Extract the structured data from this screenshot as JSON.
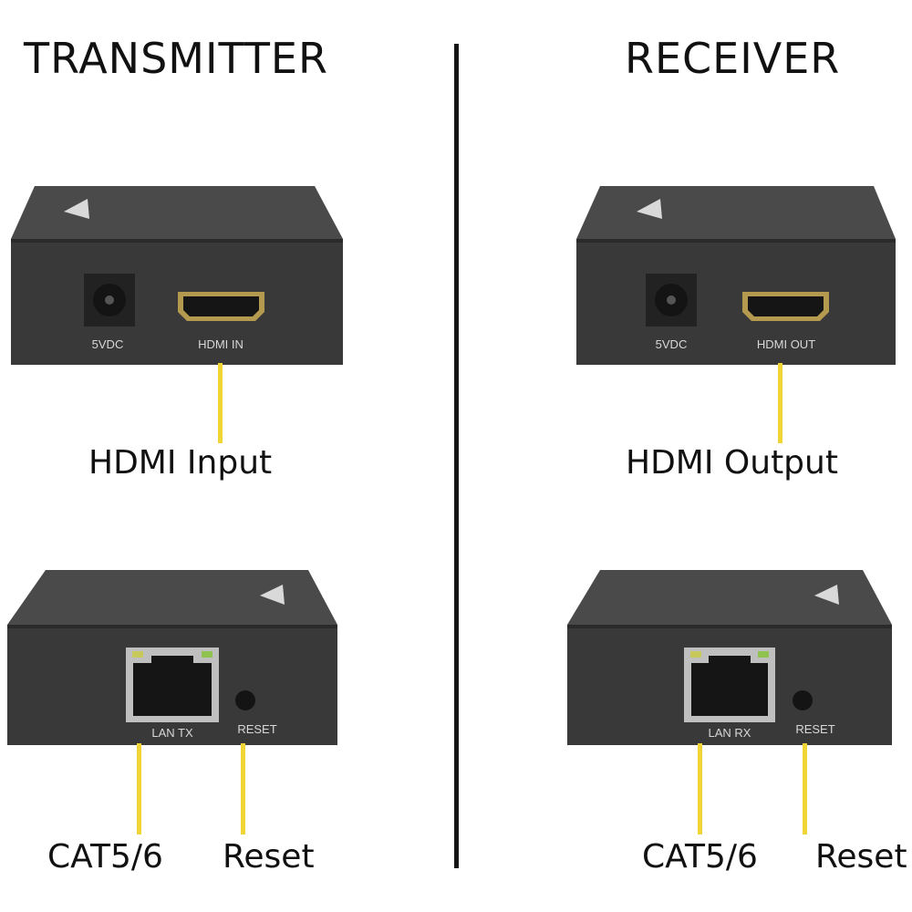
{
  "transmitter": {
    "heading": "TRANSMITTER",
    "front": {
      "power_label": "5VDC",
      "hdmi_label": "HDMI IN",
      "callout": "HDMI Input"
    },
    "back": {
      "lan_label": "LAN TX",
      "reset_label": "RESET",
      "callout_lan": "CAT5/6",
      "callout_reset": "Reset"
    }
  },
  "receiver": {
    "heading": "RECEIVER",
    "front": {
      "power_label": "5VDC",
      "hdmi_label": "HDMI OUT",
      "callout": "HDMI Output"
    },
    "back": {
      "lan_label": "LAN RX",
      "reset_label": "RESET",
      "callout_lan": "CAT5/6",
      "callout_reset": "Reset"
    }
  },
  "colors": {
    "leader_line": "#f1d534",
    "divider": "#151515",
    "device_body": "#3a3a3a"
  }
}
